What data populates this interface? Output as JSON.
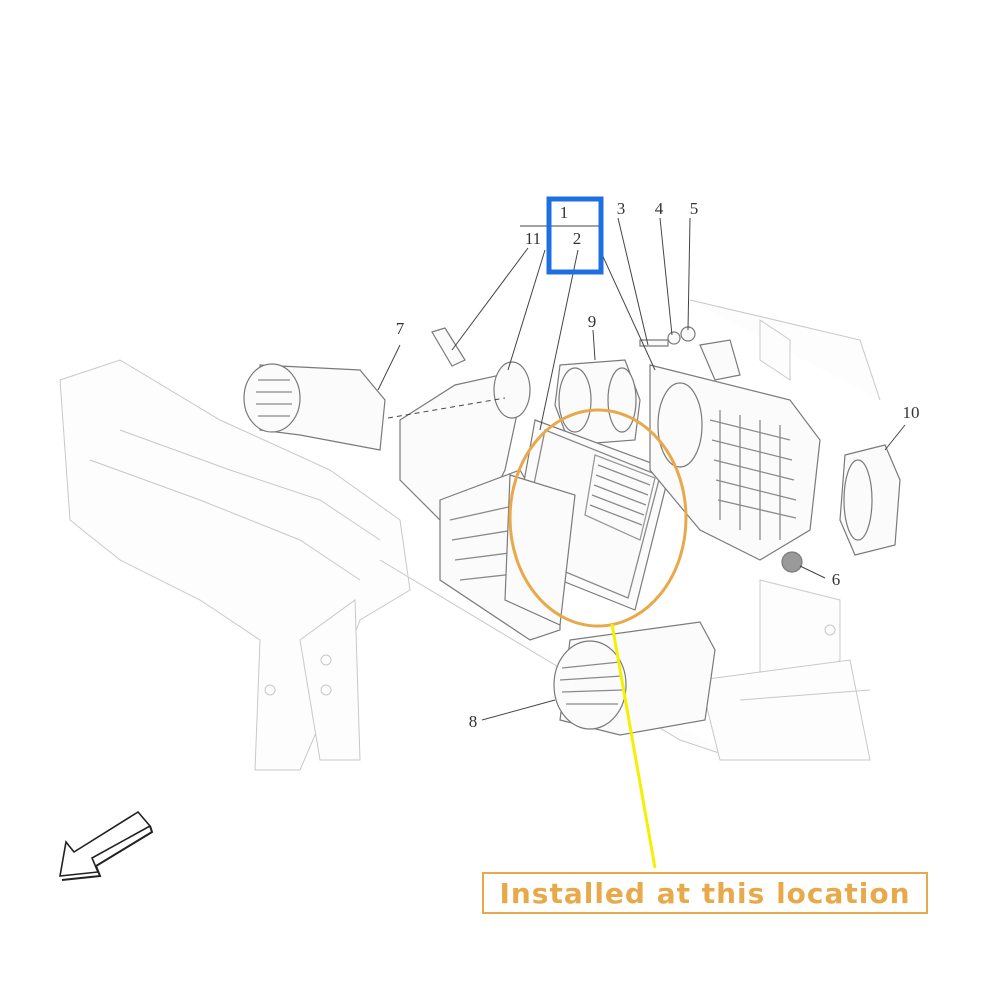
{
  "callouts": {
    "c1": "1",
    "c2": "2",
    "c3": "3",
    "c4": "4",
    "c5": "5",
    "c6": "6",
    "c7": "7",
    "c8": "8",
    "c9": "9",
    "c10": "10",
    "c11": "11"
  },
  "highlight": {
    "caption": "Installed at this location",
    "box_color": "#1f6fe0",
    "circle_color": "#e8a94a",
    "pointer_color": "#f5f000"
  }
}
